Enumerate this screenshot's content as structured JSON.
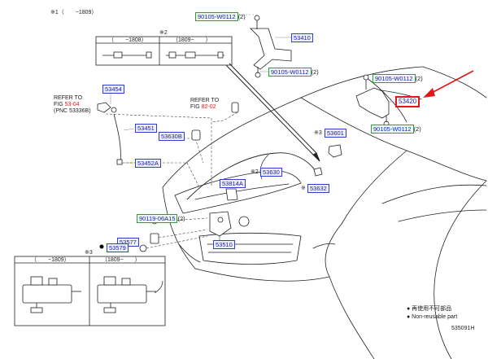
{
  "header": {
    "note": "※1（　　−1809）"
  },
  "variant_box_top": {
    "mark": "※2",
    "left_label": "（　　−1808）",
    "right_label": "（1809−　　）"
  },
  "variant_box_bottom": {
    "mark": "※3",
    "left_label": "（　　−1809）",
    "right_label": "（1809−　　）"
  },
  "parts": {
    "p53410": "53410",
    "p53420": "53420",
    "p53454": "53454",
    "p53451": "53451",
    "p53630b": "53630B",
    "p53452a": "53452A",
    "p53630": "53630",
    "p53601": "53601",
    "p53632": "53632",
    "p53814a": "53814A",
    "p53577": "53577",
    "p53579": "53579",
    "p53510": "53510"
  },
  "bolts": {
    "b1": "90105-W0112",
    "b1_qty": "(2)",
    "b2": "90105-W0112",
    "b2_qty": "(2)",
    "b3": "90105-W0112",
    "b3_qty": "(2)",
    "b4": "90105-W0112",
    "b4_qty": "(2)",
    "b5": "90119-06A15",
    "b5_qty": "(2)"
  },
  "marks": {
    "m53601": "※3",
    "m53632": "※",
    "m53630": "※2"
  },
  "refs": {
    "ref1_line1": "REFER TO",
    "ref1_fig": "FIG",
    "ref1_num": "53-04",
    "ref1_pnc": "(PNC 53336B)",
    "ref2_line1": "REFER TO",
    "ref2_fig": "FIG",
    "ref2_num": "82-02"
  },
  "legend": {
    "jp": "● 再使用不可部品",
    "en": "● Non-reusable part"
  },
  "diagram_id": "535091H",
  "colors": {
    "highlight": "#e21818",
    "part_border": "#2b3fd6",
    "bolt_border": "#2e9e3a"
  }
}
